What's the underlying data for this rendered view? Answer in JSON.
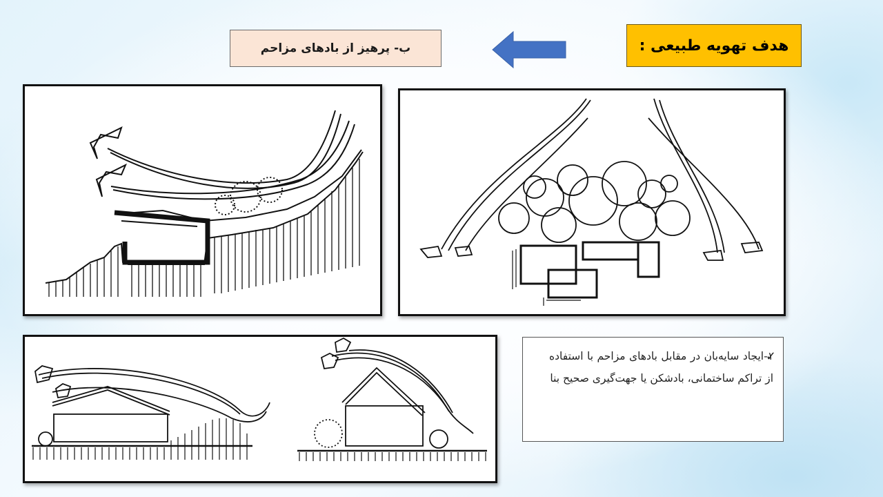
{
  "header": {
    "title": "هدف تهویه طبیعی :",
    "subtitle": "ب- پرهیز از بادهای مزاحم",
    "arrow_icon": "left-arrow-icon",
    "title_bg": "#ffc000",
    "subtitle_bg": "#fbe5d6",
    "arrow_color": "#4472c4"
  },
  "content": {
    "check_icon": "✓",
    "bullet_text": "۱-ایجاد سایه‌بان در مقابل بادهای مزاحم با استفاده از تراکم ساختمانی، بادشکن یا جهت‌گیری صحیح بنا"
  },
  "figures": [
    {
      "icon": "earth-sheltered-building-sketch-icon"
    },
    {
      "icon": "tree-windbreak-plan-sketch-icon"
    },
    {
      "icon": "roof-wind-deflection-sketch-icon"
    }
  ]
}
